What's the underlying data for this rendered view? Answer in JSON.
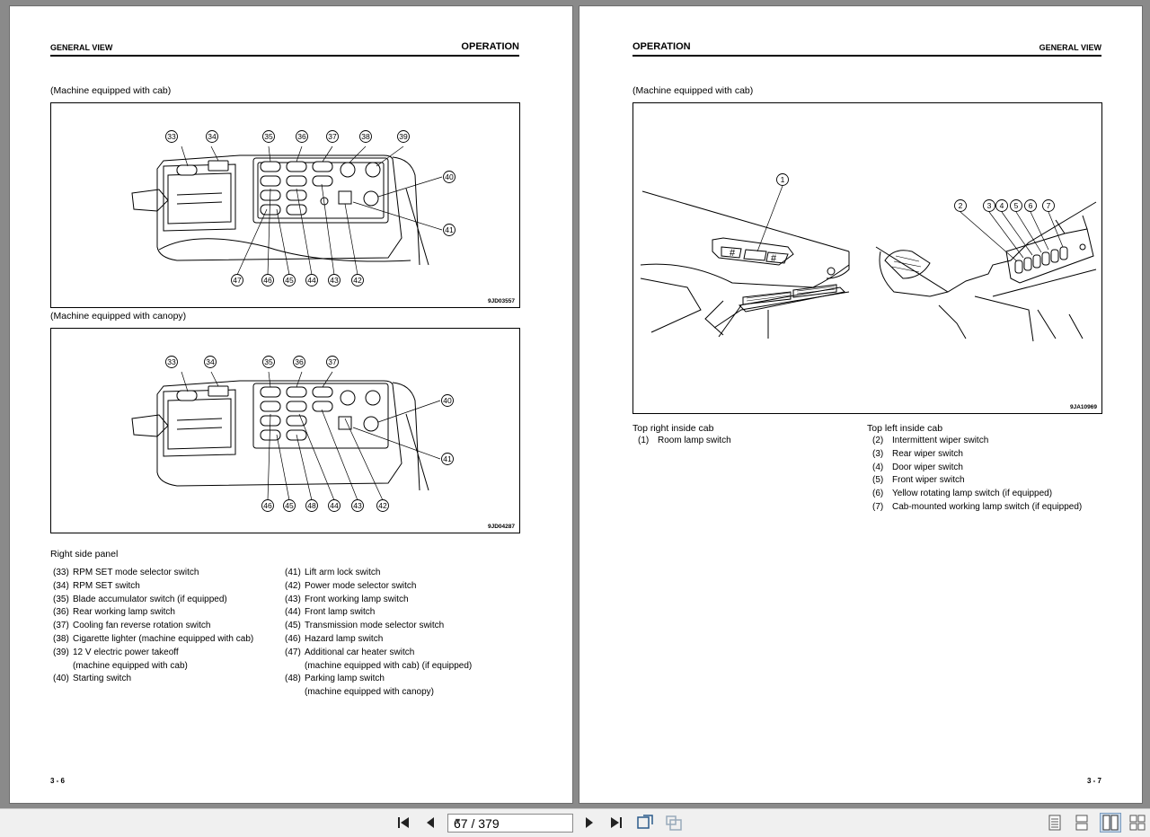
{
  "left_page": {
    "header_left": "GENERAL VIEW",
    "header_right": "OPERATION",
    "caption_cab": "(Machine equipped with cab)",
    "caption_canopy": "(Machine equipped with canopy)",
    "figure_code_cab": "9JD03557",
    "figure_code_canopy": "9JD04287",
    "section_title": "Right side panel",
    "page_number": "3 - 6",
    "callouts_cab_top": [
      "33",
      "34",
      "35",
      "36",
      "37",
      "38",
      "39"
    ],
    "callouts_cab_bottom": [
      "47",
      "46",
      "45",
      "44",
      "43",
      "42"
    ],
    "callouts_cab_right": [
      "40",
      "41"
    ],
    "callouts_canopy_top": [
      "33",
      "34",
      "35",
      "36",
      "37"
    ],
    "callouts_canopy_bottom": [
      "46",
      "45",
      "48",
      "44",
      "43",
      "42"
    ],
    "callouts_canopy_right": [
      "40",
      "41"
    ],
    "list_col1": [
      {
        "num": "(33)",
        "text": "RPM SET mode selector switch"
      },
      {
        "num": "(34)",
        "text": "RPM SET switch"
      },
      {
        "num": "(35)",
        "text": "Blade accumulator switch (if equipped)"
      },
      {
        "num": "(36)",
        "text": "Rear working lamp switch"
      },
      {
        "num": "(37)",
        "text": "Cooling fan reverse rotation switch"
      },
      {
        "num": "(38)",
        "text": "Cigarette lighter (machine equipped with cab)"
      },
      {
        "num": "(39)",
        "text": "12 V electric power takeoff",
        "cont": "(machine equipped with cab)"
      },
      {
        "num": "(40)",
        "text": "Starting switch"
      }
    ],
    "list_col2": [
      {
        "num": "(41)",
        "text": "Lift arm lock switch"
      },
      {
        "num": "(42)",
        "text": "Power mode selector switch"
      },
      {
        "num": "(43)",
        "text": "Front working lamp switch"
      },
      {
        "num": "(44)",
        "text": "Front lamp switch"
      },
      {
        "num": "(45)",
        "text": "Transmission mode selector switch"
      },
      {
        "num": "(46)",
        "text": "Hazard lamp switch"
      },
      {
        "num": "(47)",
        "text": "Additional car heater switch",
        "cont": "(machine equipped with cab) (if equipped)"
      },
      {
        "num": "(48)",
        "text": "Parking lamp switch",
        "cont": "(machine equipped with canopy)"
      }
    ]
  },
  "right_page": {
    "header_left": "OPERATION",
    "header_right": "GENERAL VIEW",
    "caption_cab": "(Machine equipped with cab)",
    "figure_code": "9JA10969",
    "page_number": "3 - 7",
    "callouts": [
      "1",
      "2",
      "3",
      "4",
      "5",
      "6",
      "7"
    ],
    "top_right_title": "Top right inside cab",
    "top_right_items": [
      {
        "num": "(1)",
        "text": "Room lamp switch"
      }
    ],
    "top_left_title": "Top left inside cab",
    "top_left_items": [
      {
        "num": "(2)",
        "text": "Intermittent wiper switch"
      },
      {
        "num": "(3)",
        "text": "Rear wiper switch"
      },
      {
        "num": "(4)",
        "text": "Door wiper switch"
      },
      {
        "num": "(5)",
        "text": "Front wiper switch"
      },
      {
        "num": "(6)",
        "text": "Yellow rotating lamp switch (if equipped)"
      },
      {
        "num": "(7)",
        "text": "Cab-mounted working lamp switch (if equipped)"
      }
    ]
  },
  "toolbar": {
    "page_indicator": "67 / 379",
    "icons": [
      "first-page-icon",
      "prev-page-icon",
      "next-page-icon",
      "last-page-icon",
      "fit-width-icon",
      "fit-page-icon",
      "single-page-icon",
      "continuous-icon",
      "two-page-icon",
      "two-page-continuous-icon"
    ]
  }
}
